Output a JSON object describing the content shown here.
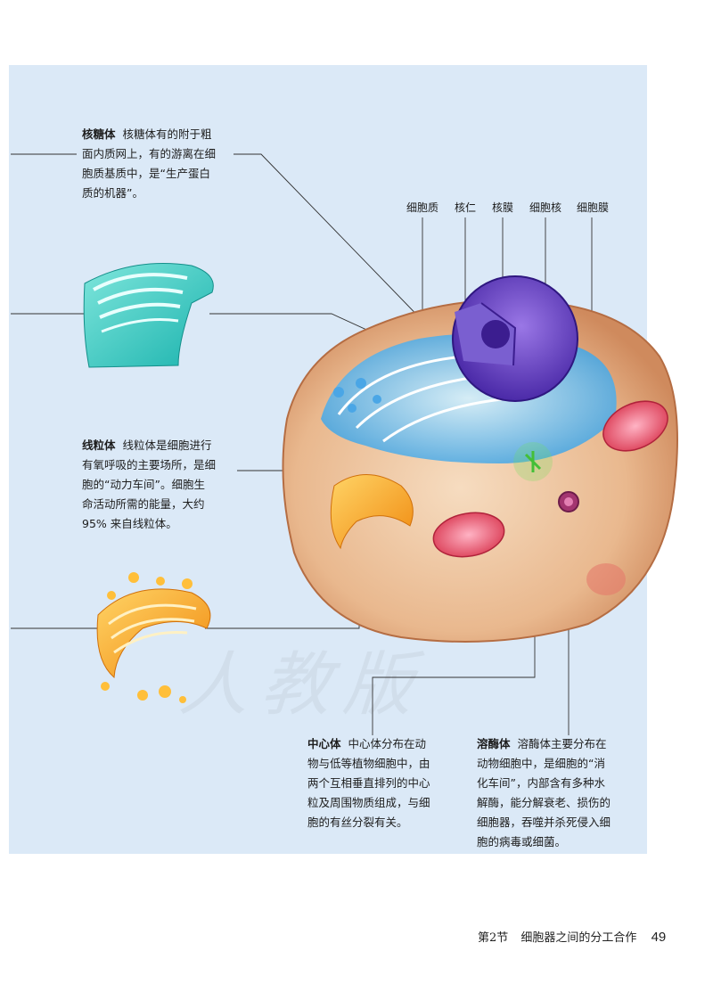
{
  "notes": {
    "ribosome": {
      "term": "核糖体",
      "lines": [
        "核糖体有的附于粗",
        "面内质网上，有的游离在细",
        "胞质基质中，是“生产蛋白",
        "质的机器”。"
      ]
    },
    "mitochondrion": {
      "term": "线粒体",
      "lines": [
        "线粒体是细胞进行",
        "有氧呼吸的主要场所，是细",
        "胞的“动力车间”。细胞生",
        "命活动所需的能量，大约",
        "95% 来自线粒体。"
      ]
    },
    "centrosome": {
      "term": "中心体",
      "lines": [
        "中心体分布在动",
        "物与低等植物细胞中，由",
        "两个互相垂直排列的中心",
        "粒及周围物质组成，与细",
        "胞的有丝分裂有关。"
      ]
    },
    "lysosome": {
      "term": "溶酶体",
      "lines": [
        "溶酶体主要分布在",
        "动物细胞中，是细胞的“消",
        "化车间”，内部含有多种水",
        "解酶，能分解衰老、损伤的",
        "细胞器，吞噬并杀死侵入细",
        "胞的病毒或细菌。"
      ]
    }
  },
  "diagram_labels": [
    "细胞质",
    "核仁",
    "核膜",
    "细胞核",
    "细胞膜"
  ],
  "watermark": "人教版",
  "footer": {
    "section": "第2节",
    "chapter_title": "细胞器之间的分工合作",
    "page_number": "49"
  }
}
